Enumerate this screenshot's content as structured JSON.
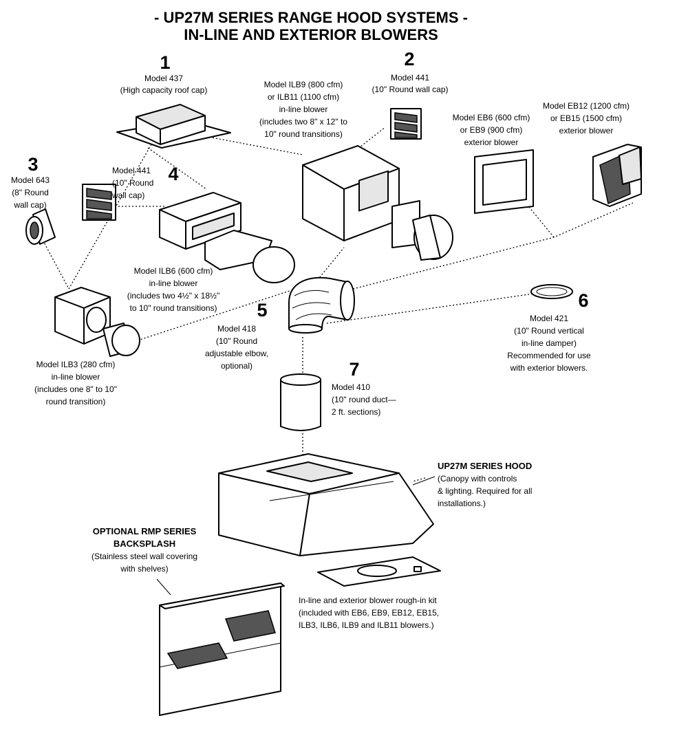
{
  "title": {
    "line1": "- UP27M SERIES RANGE HOOD SYSTEMS -",
    "line2": "IN-LINE AND EXTERIOR BLOWERS"
  },
  "parts": {
    "p1": {
      "num": "1",
      "model": "Model 437",
      "desc": [
        "(High capacity roof cap)"
      ]
    },
    "p2": {
      "num": "2",
      "model": "Model 441",
      "desc": [
        "(10\" Round wall cap)"
      ]
    },
    "p3": {
      "num": "3",
      "model": "Model 643",
      "desc": [
        "(8\" Round",
        "wall cap)"
      ]
    },
    "p4": {
      "num": "4",
      "model": "Model 441",
      "desc": [
        "(10\" Round",
        "wall cap)"
      ]
    },
    "p5": {
      "num": "5",
      "model": "Model 418",
      "desc": [
        "(10\" Round",
        "adjustable elbow,",
        "optional)"
      ]
    },
    "p6": {
      "num": "6",
      "model": "Model 421",
      "desc": [
        "(10\" Round vertical",
        "in-line damper)",
        "Recommended for use",
        "with exterior blowers."
      ]
    },
    "p7": {
      "num": "7",
      "model": "Model 410",
      "desc": [
        "(10\" round duct—",
        "2 ft. sections)"
      ]
    }
  },
  "blowers": {
    "ilb9": [
      "Model ILB9 (800 cfm)",
      "or ILB11 (1100 cfm)",
      "in-line blower",
      "(includes two 8\" x 12\" to",
      "10\" round transitions)"
    ],
    "eb6": [
      "Model EB6 (600 cfm)",
      "or EB9 (900 cfm)",
      "exterior blower"
    ],
    "eb12": [
      "Model EB12 (1200 cfm)",
      "or EB15 (1500 cfm)",
      "exterior blower"
    ],
    "ilb6": [
      "Model ILB6 (600 cfm)",
      "in-line blower",
      "(includes two 4½\" x 18½\"",
      "to 10\" round transitions)"
    ],
    "ilb3": [
      "Model ILB3 (280 cfm)",
      "in-line blower",
      "(includes one 8\" to 10\"",
      "round transition)"
    ]
  },
  "hood": {
    "title": "UP27M SERIES HOOD",
    "desc": [
      "(Canopy with controls",
      "& lighting. Required for all",
      "installations.)"
    ]
  },
  "backsplash": {
    "title": [
      "OPTIONAL RMP SERIES",
      "BACKSPLASH"
    ],
    "desc": [
      "(Stainless steel wall covering",
      "with shelves)"
    ]
  },
  "kit": [
    "In-line and exterior blower rough-in kit",
    "(included with EB6, EB9, EB12, EB15,",
    "ILB3, ILB6, ILB9 and ILB11 blowers.)"
  ]
}
